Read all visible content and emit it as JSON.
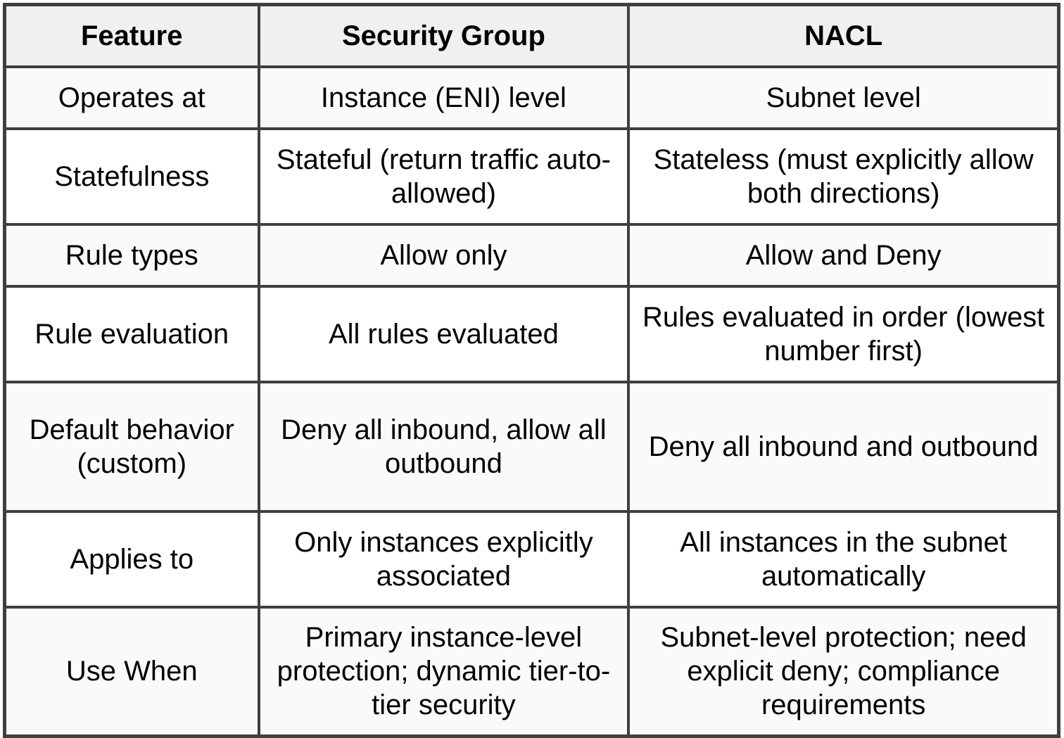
{
  "table": {
    "columns": [
      "Feature",
      "Security Group",
      "NACL"
    ],
    "rows": [
      {
        "feature": "Operates at",
        "security_group": "Instance (ENI) level",
        "nacl": "Subnet level"
      },
      {
        "feature": "Statefulness",
        "security_group": "Stateful (return traffic auto-allowed)",
        "nacl": "Stateless (must explicitly allow both directions)"
      },
      {
        "feature": "Rule types",
        "security_group": "Allow only",
        "nacl": "Allow and Deny"
      },
      {
        "feature": "Rule evaluation",
        "security_group": "All rules evaluated",
        "nacl": "Rules evaluated in order (lowest number first)"
      },
      {
        "feature": "Default behavior (custom)",
        "security_group": "Deny all inbound, allow all outbound",
        "nacl": "Deny all inbound and outbound"
      },
      {
        "feature": "Applies to",
        "security_group": "Only instances explicitly associated",
        "nacl": "All instances in the subnet automatically"
      },
      {
        "feature": "Use When",
        "security_group": "Primary instance-level protection; dynamic tier-to-tier security",
        "nacl": "Subnet-level protection; need explicit deny; compliance requirements"
      }
    ],
    "colors": {
      "border": "#3f3f3f",
      "header_bg": "#f0f0f0",
      "row_alt_bg": "#fafafa",
      "row_bg": "#ffffff",
      "text": "#000000"
    }
  }
}
